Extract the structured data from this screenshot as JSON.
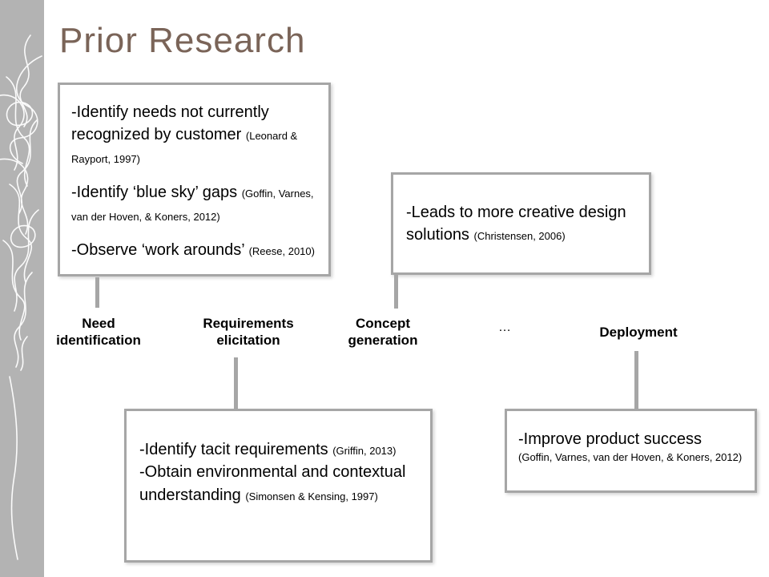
{
  "title": "Prior Research",
  "colors": {
    "title_text": "#7a6458",
    "box_border": "#a6a6a6",
    "connector": "#a6a6a6",
    "sidebar_strip": "#b3b3b3",
    "body_text": "#000000"
  },
  "callouts": {
    "need_identification": {
      "items": [
        {
          "text": "-Identify needs not currently recognized by customer",
          "citation": "(Leonard & Rayport, 1997)"
        },
        {
          "text": "-Identify ‘blue sky’ gaps",
          "citation": "(Goffin, Varnes, van der Hoven, & Koners, 2012)"
        },
        {
          "text": "-Observe ‘work arounds’",
          "citation": "(Reese, 2010)"
        }
      ]
    },
    "concept_generation": {
      "items": [
        {
          "text": "-Leads to more creative design solutions",
          "citation": "(Christensen, 2006)"
        }
      ]
    },
    "requirements_elicitation": {
      "items": [
        {
          "text": "-Identify tacit requirements",
          "citation": "(Griffin, 2013)"
        },
        {
          "text": "-Obtain environmental and contextual understanding",
          "citation": "(Simonsen & Kensing, 1997)"
        }
      ]
    },
    "deployment": {
      "items": [
        {
          "text": "-Improve product success",
          "citation": "(Goffin, Varnes, van der Hoven, & Koners, 2012)"
        }
      ]
    }
  },
  "stages": [
    {
      "label": "Need\nidentification"
    },
    {
      "label": "Requirements\nelicitation"
    },
    {
      "label": "Concept\ngeneration"
    },
    {
      "label": "…"
    },
    {
      "label": "Deployment"
    }
  ]
}
